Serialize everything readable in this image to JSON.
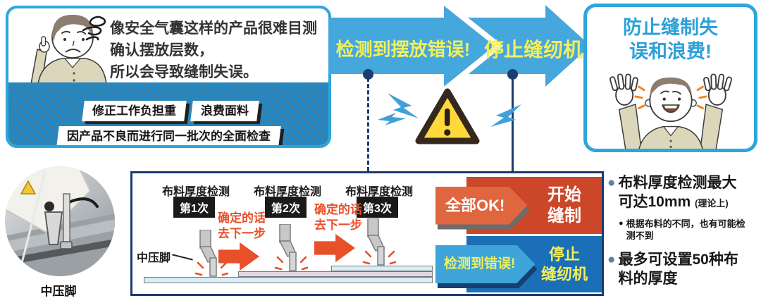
{
  "problem_box": {
    "text_lines": [
      "像安全气囊这样的产品很难目测",
      "确认摆放层数，",
      "所以会导致缝制失误。"
    ],
    "tags": [
      "修正工作负担重",
      "浪费面料",
      "因产品不良而进行同一批次的全面检查"
    ]
  },
  "flow": {
    "detect_label": "检测到摆放错误!",
    "stop_label": "停止缝纫机"
  },
  "result_box": {
    "title_line1": "防止缝制失",
    "title_line2": "误和浪费!"
  },
  "diagram": {
    "stage_title": "布料厚度检测",
    "stage_badges": [
      "第1次",
      "第2次",
      "第3次"
    ],
    "next_note_line1": "确定的话",
    "next_note_line2": "去下一步",
    "presser_label": "中压脚",
    "ok_banner": {
      "condition": "全部OK!",
      "action_line1": "开始",
      "action_line2": "缝制"
    },
    "error_banner": {
      "condition": "检测到错误!",
      "action_line1": "停止",
      "action_line2": "缝纫机"
    }
  },
  "photo": {
    "caption": "中压脚"
  },
  "notes": {
    "b1_line1": "布料厚度检测最大",
    "b1_line2": "可达10mm",
    "b1_note": "(理论上)",
    "b1_sub_line1": "根据布料的不同，也有可能检",
    "b1_sub_line2": "测不到",
    "b2_line1": "最多可设置50种布",
    "b2_line2": "料的厚度"
  },
  "colors": {
    "accent_blue": "#45a7dc",
    "border_blue": "#2ea6dc",
    "navy": "#1d3c6e",
    "banner_red": "#cc4629",
    "banner_blue": "#1b6fb6",
    "pentagon_orange": "#e0663f",
    "pentagon_blue": "#3ea4da",
    "highlight_yellow": "#f3ef5b",
    "alert_red": "#e8502a",
    "warning_yellow": "#ffd83a"
  }
}
